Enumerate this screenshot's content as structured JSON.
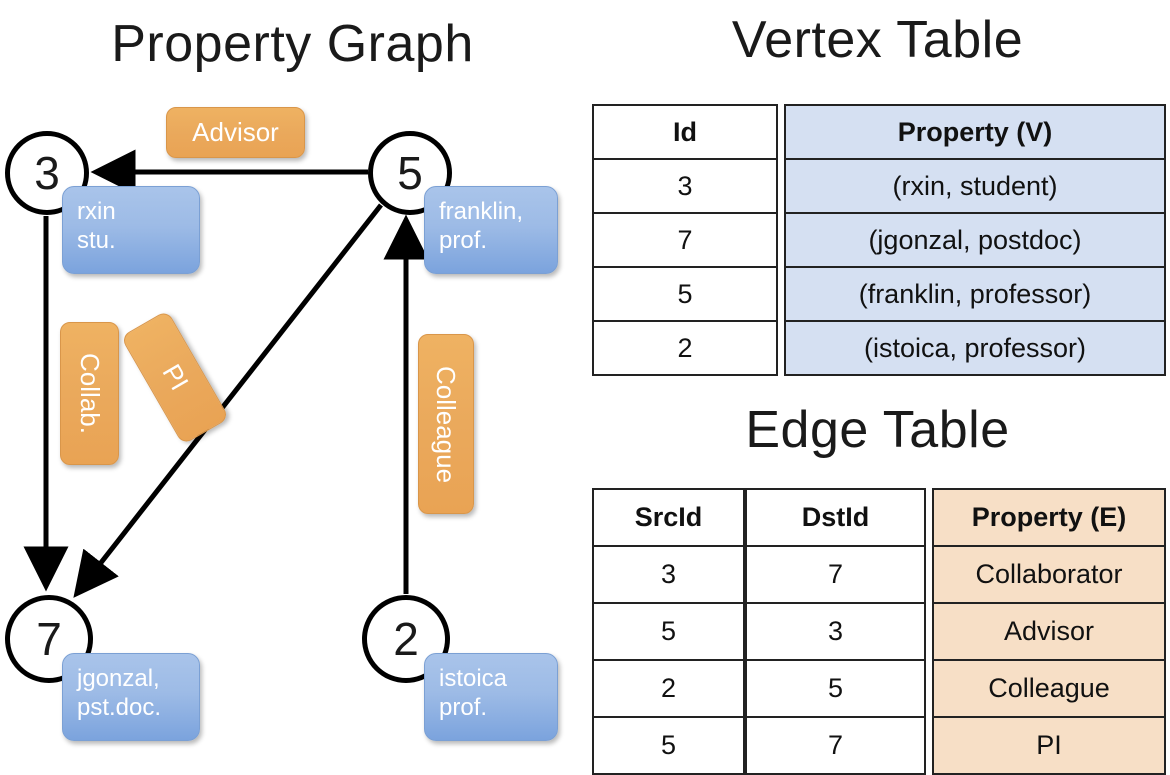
{
  "titles": {
    "graph": "Property Graph",
    "vertex_table": "Vertex Table",
    "edge_table": "Edge Table"
  },
  "colors": {
    "vertex_property_fill": "#d5e0f2",
    "edge_property_fill": "#f7dfc6",
    "vertex_bubble": "#9dbbe6",
    "edge_bubble": "#eaa95c",
    "stroke": "#000000",
    "background": "#ffffff"
  },
  "graph": {
    "nodes": [
      {
        "id": "3",
        "property_line1": "rxin",
        "property_line2": "stu."
      },
      {
        "id": "5",
        "property_line1": "franklin,",
        "property_line2": "prof."
      },
      {
        "id": "7",
        "property_line1": "jgonzal,",
        "property_line2": "pst.doc."
      },
      {
        "id": "2",
        "property_line1": "istoica",
        "property_line2": "prof."
      }
    ],
    "edge_labels": [
      {
        "name": "advisor",
        "text": "Advisor"
      },
      {
        "name": "collab",
        "text": "Collab."
      },
      {
        "name": "colleague",
        "text": "Colleague"
      },
      {
        "name": "pi",
        "text": "PI"
      }
    ],
    "edges": [
      {
        "from": "5",
        "to": "3",
        "label": "Advisor"
      },
      {
        "from": "3",
        "to": "7",
        "label": "Collab."
      },
      {
        "from": "5",
        "to": "7",
        "label": "PI"
      },
      {
        "from": "2",
        "to": "5",
        "label": "Colleague"
      }
    ]
  },
  "vertex_table": {
    "headers": [
      "Id",
      "Property (V)"
    ],
    "rows": [
      {
        "id": "3",
        "property": "(rxin, student)"
      },
      {
        "id": "7",
        "property": "(jgonzal, postdoc)"
      },
      {
        "id": "5",
        "property": "(franklin, professor)"
      },
      {
        "id": "2",
        "property": "(istoica, professor)"
      }
    ]
  },
  "edge_table": {
    "headers": [
      "SrcId",
      "DstId",
      "Property (E)"
    ],
    "rows": [
      {
        "src": "3",
        "dst": "7",
        "property": "Collaborator"
      },
      {
        "src": "5",
        "dst": "3",
        "property": "Advisor"
      },
      {
        "src": "2",
        "dst": "5",
        "property": "Colleague"
      },
      {
        "src": "5",
        "dst": "7",
        "property": "PI"
      }
    ]
  }
}
